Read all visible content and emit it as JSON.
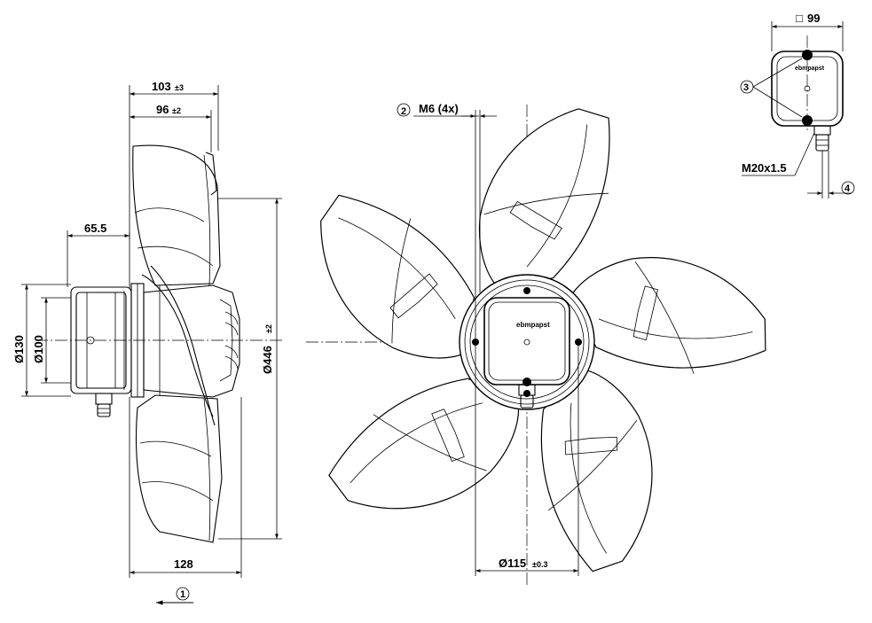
{
  "side_view": {
    "dim_103": {
      "value": "103",
      "tol": "±3"
    },
    "dim_96": {
      "value": "96",
      "tol": "±2"
    },
    "dim_65_5": {
      "value": "65.5"
    },
    "dim_d130": {
      "value": "Ø130"
    },
    "dim_d100": {
      "value": "Ø100"
    },
    "dim_d446": {
      "value": "Ø446",
      "tol": "±2"
    },
    "dim_128": {
      "value": "128"
    },
    "marker_1": "1"
  },
  "front_view": {
    "marker_2": "2",
    "thread_label": "M6 (4x)",
    "dim_d115": {
      "value": "Ø115",
      "tol": "±0.3"
    },
    "logo_text": "ebmpapst"
  },
  "terminal_box": {
    "dim_99": {
      "symbol": "□",
      "value": "99"
    },
    "marker_3": "3",
    "marker_4": "4",
    "gland_label": "M20x1.5",
    "logo_text": "ebmpapst"
  }
}
